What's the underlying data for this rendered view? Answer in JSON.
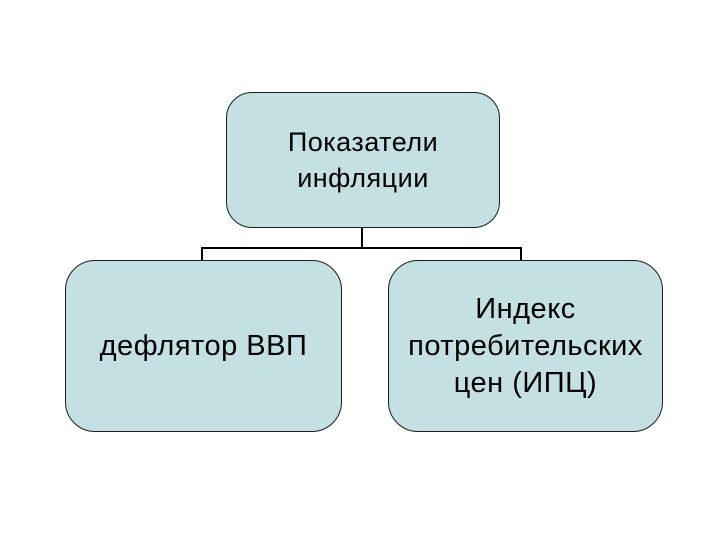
{
  "diagram": {
    "root": {
      "label": "Показатели\nинфляции"
    },
    "children": [
      {
        "label": "дефлятор ВВП"
      },
      {
        "label": "Индекс\nпотребительских\nцен (ИПЦ)"
      }
    ]
  },
  "colors": {
    "background": "#ffffff",
    "box-fill": "#c5e0e2",
    "box-border": "#1c1c1c",
    "connector": "#000000",
    "text": "#000000"
  }
}
